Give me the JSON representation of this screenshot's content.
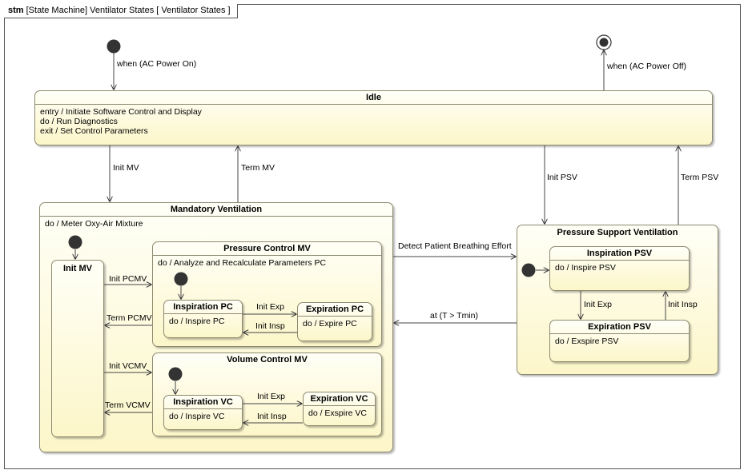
{
  "frame": {
    "kind": "stm",
    "header": "[State Machine] Ventilator States [ Ventilator States ]"
  },
  "states": {
    "idle": {
      "name": "Idle",
      "activities": [
        "entry / Initiate Software Control and Display",
        "do / Run Diagnostics",
        "exit / Set Control Parameters"
      ]
    },
    "mandatory": {
      "name": "Mandatory Ventilation",
      "activity": "do / Meter Oxy-Air Mixture"
    },
    "init_mv": {
      "name": "Init MV"
    },
    "pc_mv": {
      "name": "Pressure Control MV",
      "activity": "do / Analyze and Recalculate Parameters PC"
    },
    "insp_pc": {
      "name": "Inspiration PC",
      "activity": "do / Inspire PC"
    },
    "exp_pc": {
      "name": "Expiration PC",
      "activity": "do / Expire PC"
    },
    "vc_mv": {
      "name": "Volume Control MV"
    },
    "insp_vc": {
      "name": "Inspiration VC",
      "activity": "do / Inspire VC"
    },
    "exp_vc": {
      "name": "Expiration VC",
      "activity": "do / Exspire VC"
    },
    "psv": {
      "name": "Pressure Support Ventilation"
    },
    "insp_psv": {
      "name": "Inspiration PSV",
      "activity": "do / Inspire PSV"
    },
    "exp_psv": {
      "name": "Expiration PSV",
      "activity": "do / Exspire PSV"
    }
  },
  "transitions": {
    "ac_power_on": "when (AC Power On)",
    "ac_power_off": "when (AC Power Off)",
    "init_mv": "Init MV",
    "term_mv": "Term MV",
    "init_psv": "Init PSV",
    "term_psv": "Term PSV",
    "detect_effort": "Detect Patient Breathing Effort",
    "at_tmin": "at (T > Tmin)",
    "init_pcmv": "Init PCMV",
    "term_pcmv": "Term PCMV",
    "init_vcmv": "Init VCMV",
    "term_vcmv": "Term VCMV",
    "pc_init_exp": "Init Exp",
    "pc_init_insp": "Init Insp",
    "vc_init_exp": "Init Exp",
    "vc_init_insp": "Init Insp",
    "psv_init_exp": "Init Exp",
    "psv_init_insp": "Init Insp"
  }
}
